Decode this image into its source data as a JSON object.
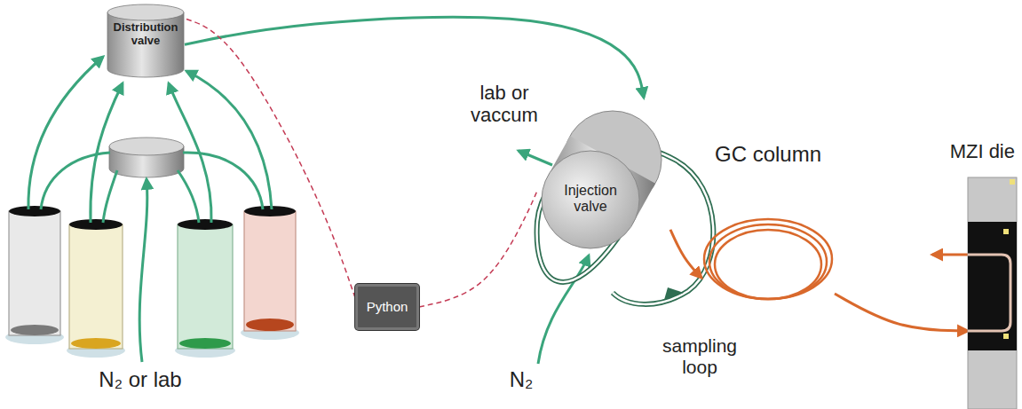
{
  "diagram": {
    "nodes": [
      {
        "text": [
          "Distribution valve"
        ]
      },
      {
        "text": [
          "Python"
        ]
      },
      {
        "text": [
          "Injection valve"
        ]
      },
      {
        "text": [
          "GC column"
        ]
      },
      {
        "text": [
          "MZI die"
        ]
      }
    ],
    "edges": [
      {
        "from": 0,
        "to": 2,
        "arrow": "to"
      },
      {
        "from": 1,
        "to": 0,
        "arrow": "none"
      },
      {
        "from": 1,
        "to": 2,
        "arrow": "none"
      },
      {
        "from": 2,
        "to": 3,
        "arrow": "to"
      },
      {
        "from": 3,
        "to": 4,
        "arrow": "to"
      }
    ],
    "labels": [
      "N₂ or lab",
      "lab or vaccum",
      "N₂",
      "sampling loop"
    ]
  }
}
